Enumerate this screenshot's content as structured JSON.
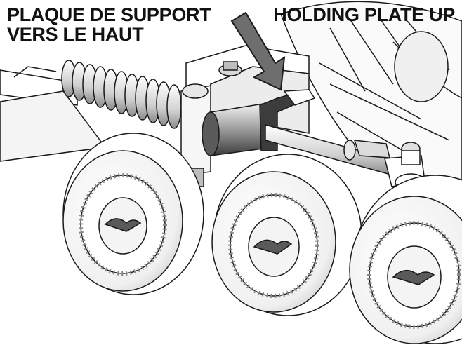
{
  "labels": {
    "french_line1": "PLAQUE DE SUPPORT",
    "french_line2": "VERS LE HAUT",
    "english": "HOLDING PLATE UP"
  },
  "colors": {
    "outline": "#1a1a1a",
    "part_fill": "#ffffff",
    "shade_light": "#e6e6e6",
    "shade_mid": "#bdbdbd",
    "shade_dark": "#5a5a5a",
    "arrow_fill": "#6e6e6e"
  },
  "icons": {
    "arrow": "down-arrow-icon",
    "hub_logo": "winged-logo-icon"
  }
}
